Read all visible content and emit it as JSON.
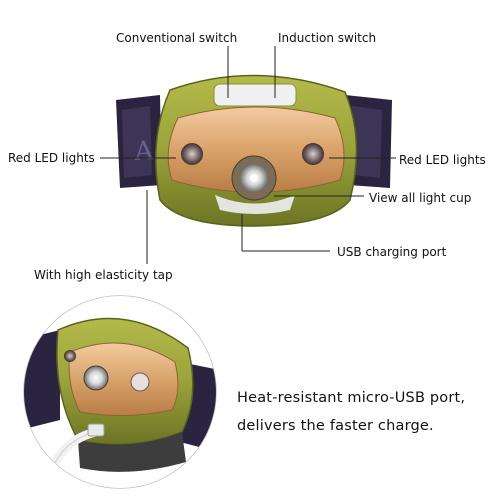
{
  "annotations": {
    "conventional_switch": "Conventional switch",
    "induction_switch": "Induction switch",
    "red_led_left": "Red LED lights",
    "red_led_right": "Red LED lights",
    "view_all_light_cup": "View all light cup",
    "usb_charging_port": "USB charging port",
    "elasticity_tap": "With high elasticity tap"
  },
  "caption": {
    "line1": "Heat-resistant micro-USB port,",
    "line2": "delivers the faster charge."
  },
  "colors": {
    "housing_green": "#9aa33a",
    "housing_dark": "#6d7424",
    "strap": "#2b2440",
    "lens_amber": "#d9a36a",
    "background": "#ffffff"
  }
}
